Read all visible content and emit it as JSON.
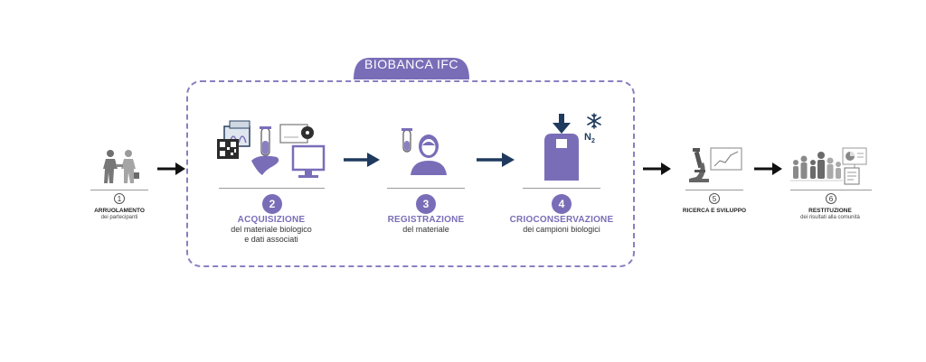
{
  "biobank": {
    "title": "BIOBANCA IFC"
  },
  "colors": {
    "accent": "#7a6db8",
    "arrow_dark": "#1f3a5f",
    "arrow_black": "#111111"
  },
  "steps": [
    {
      "number": "1",
      "title": "ARRUOLAMENTO",
      "desc": [
        "dei partecipanti"
      ],
      "icon": "handshake-icon"
    },
    {
      "number": "2",
      "title": "ACQUISIZIONE",
      "desc": [
        "del materiale biologico",
        "e dati associati"
      ],
      "icon": "medical-data-icon"
    },
    {
      "number": "3",
      "title": "REGISTRAZIONE",
      "desc": [
        "del materiale"
      ],
      "icon": "researcher-icon"
    },
    {
      "number": "4",
      "title": "CRIOCONSERVAZIONE",
      "desc": [
        "dei campioni biologici"
      ],
      "icon": "cryo-tank-icon"
    },
    {
      "number": "5",
      "title": "RICERCA E SVILUPPO",
      "desc": [],
      "icon": "microscope-icon"
    },
    {
      "number": "6",
      "title": "RESTITUZIONE",
      "desc": [
        "dei risultati alla comunità"
      ],
      "icon": "community-icon"
    }
  ],
  "cryo_label": {
    "n": "N",
    "sub": "2"
  }
}
